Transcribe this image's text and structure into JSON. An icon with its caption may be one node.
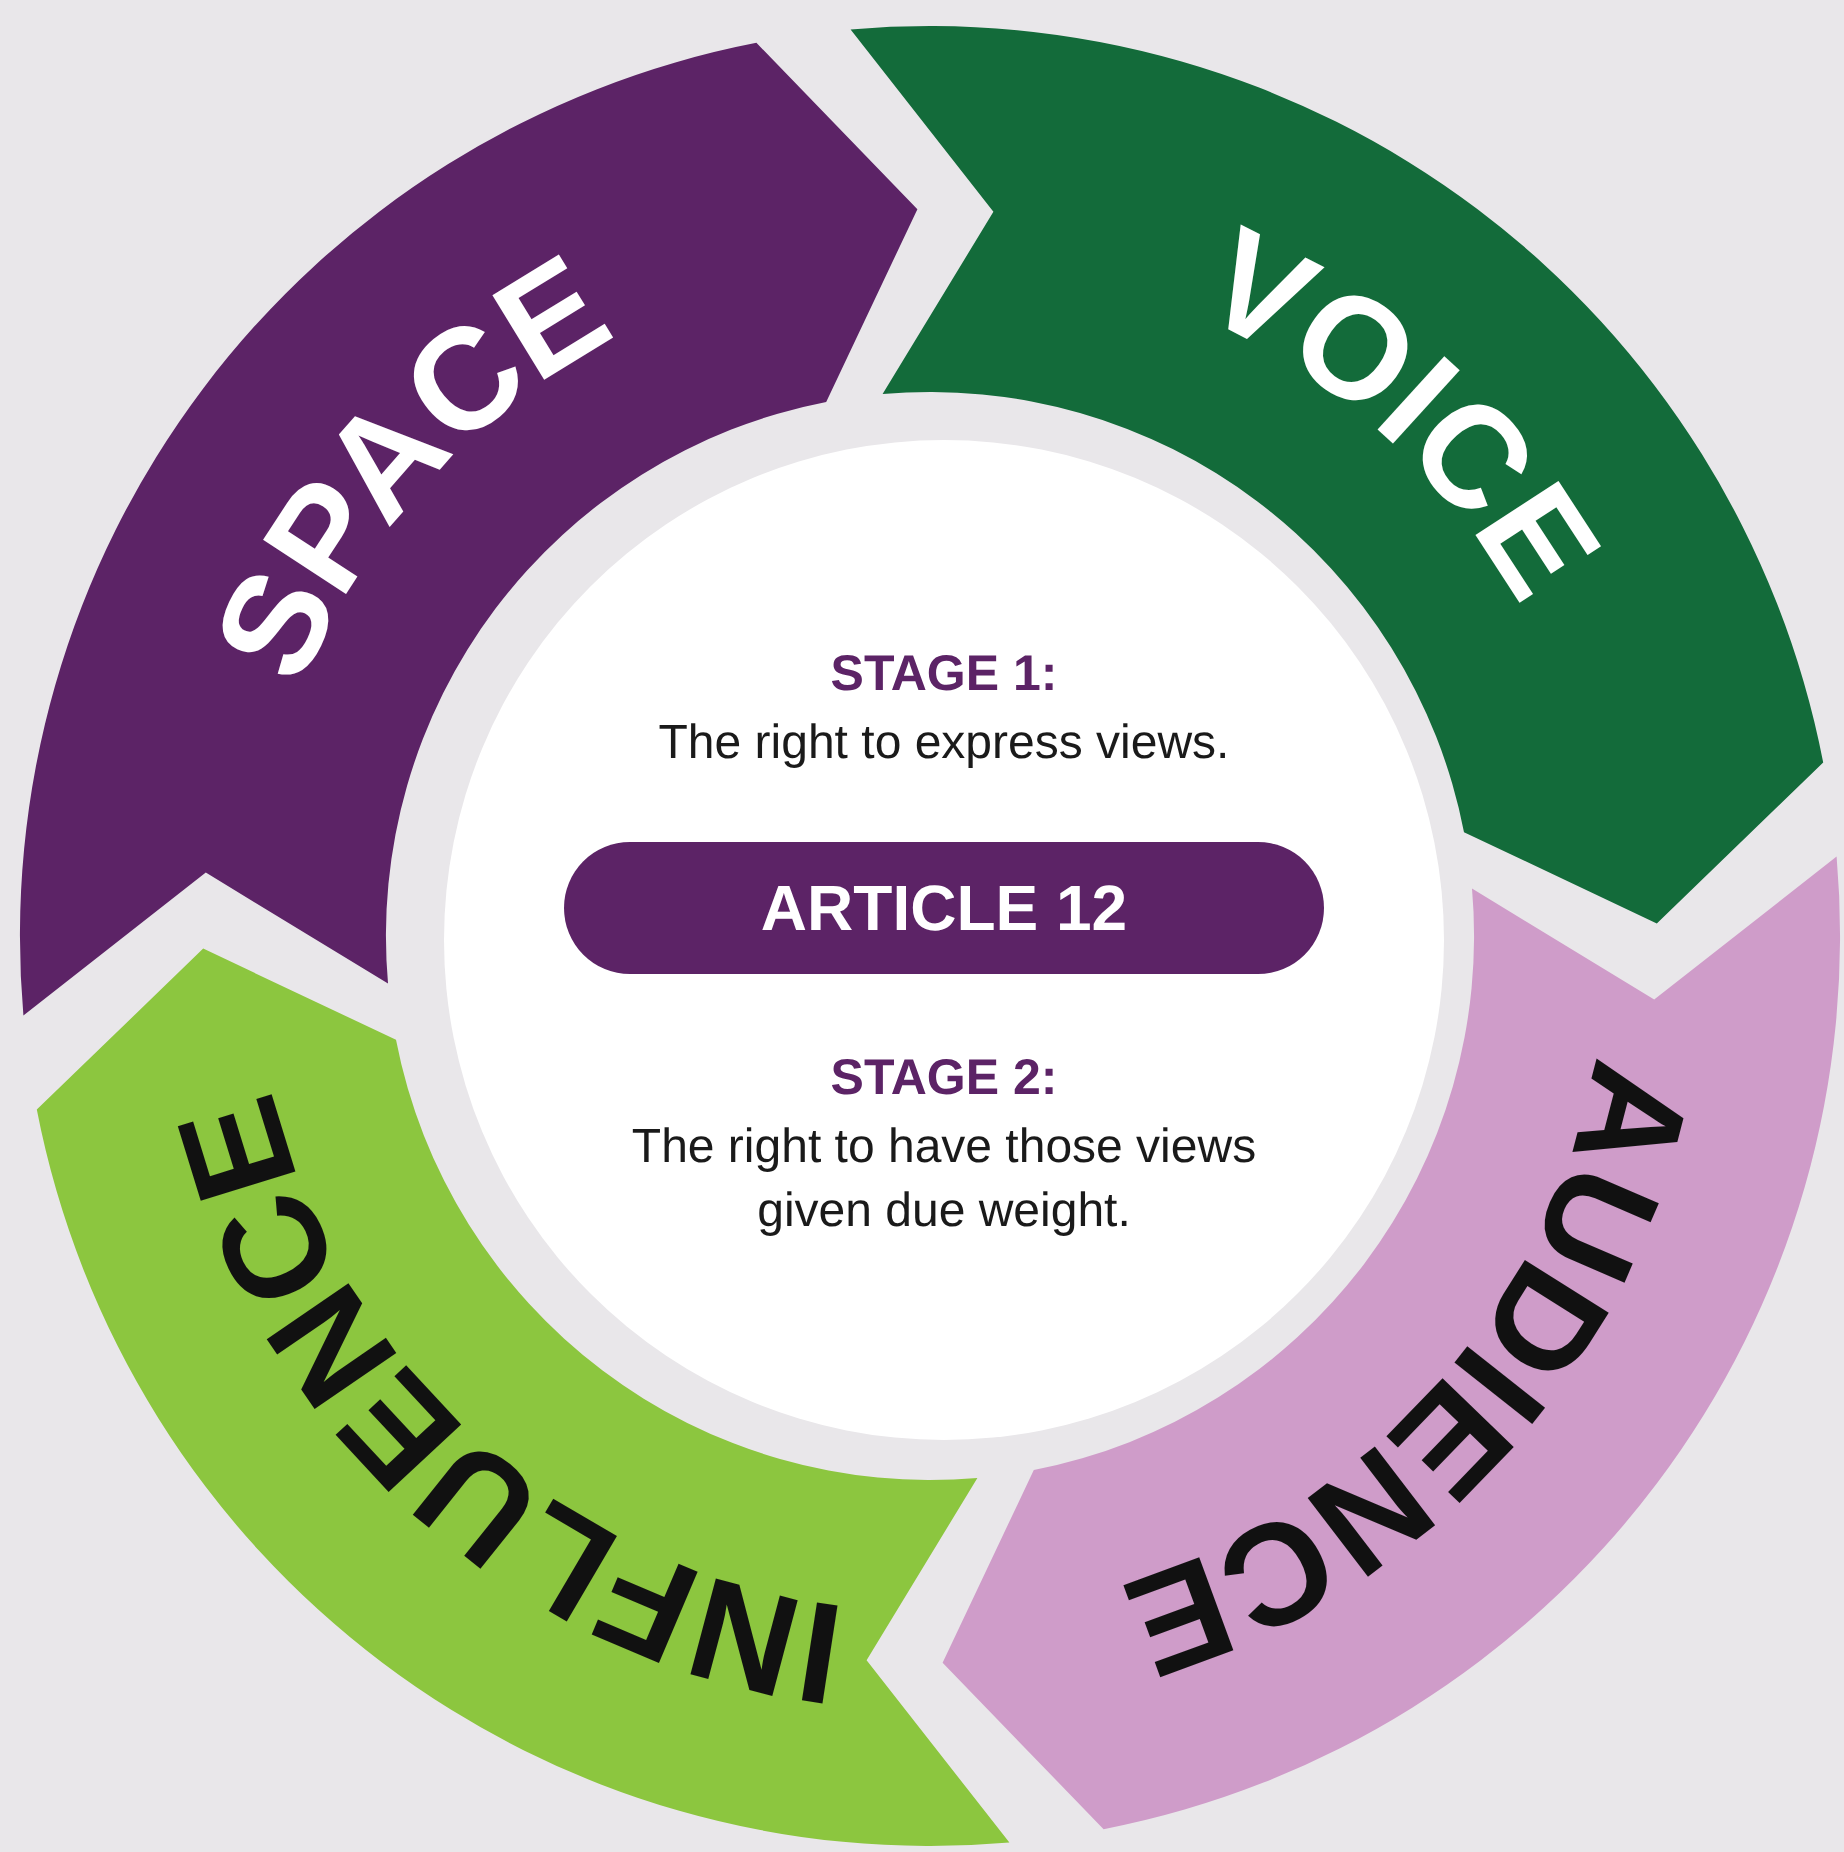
{
  "diagram": {
    "nodes": [
      {
        "text": [
          "SPACE"
        ]
      },
      {
        "text": [
          "VOICE"
        ]
      },
      {
        "text": [
          "AUDIENCE"
        ]
      },
      {
        "text": [
          "INFLUENCE"
        ]
      },
      {
        "text": [
          "STAGE 1:",
          "The right to express views.",
          "STAGE 2:",
          "The right to have those views given due weight."
        ]
      },
      {
        "text": [
          "ARTICLE 12"
        ],
        "in": 4
      }
    ]
  }
}
